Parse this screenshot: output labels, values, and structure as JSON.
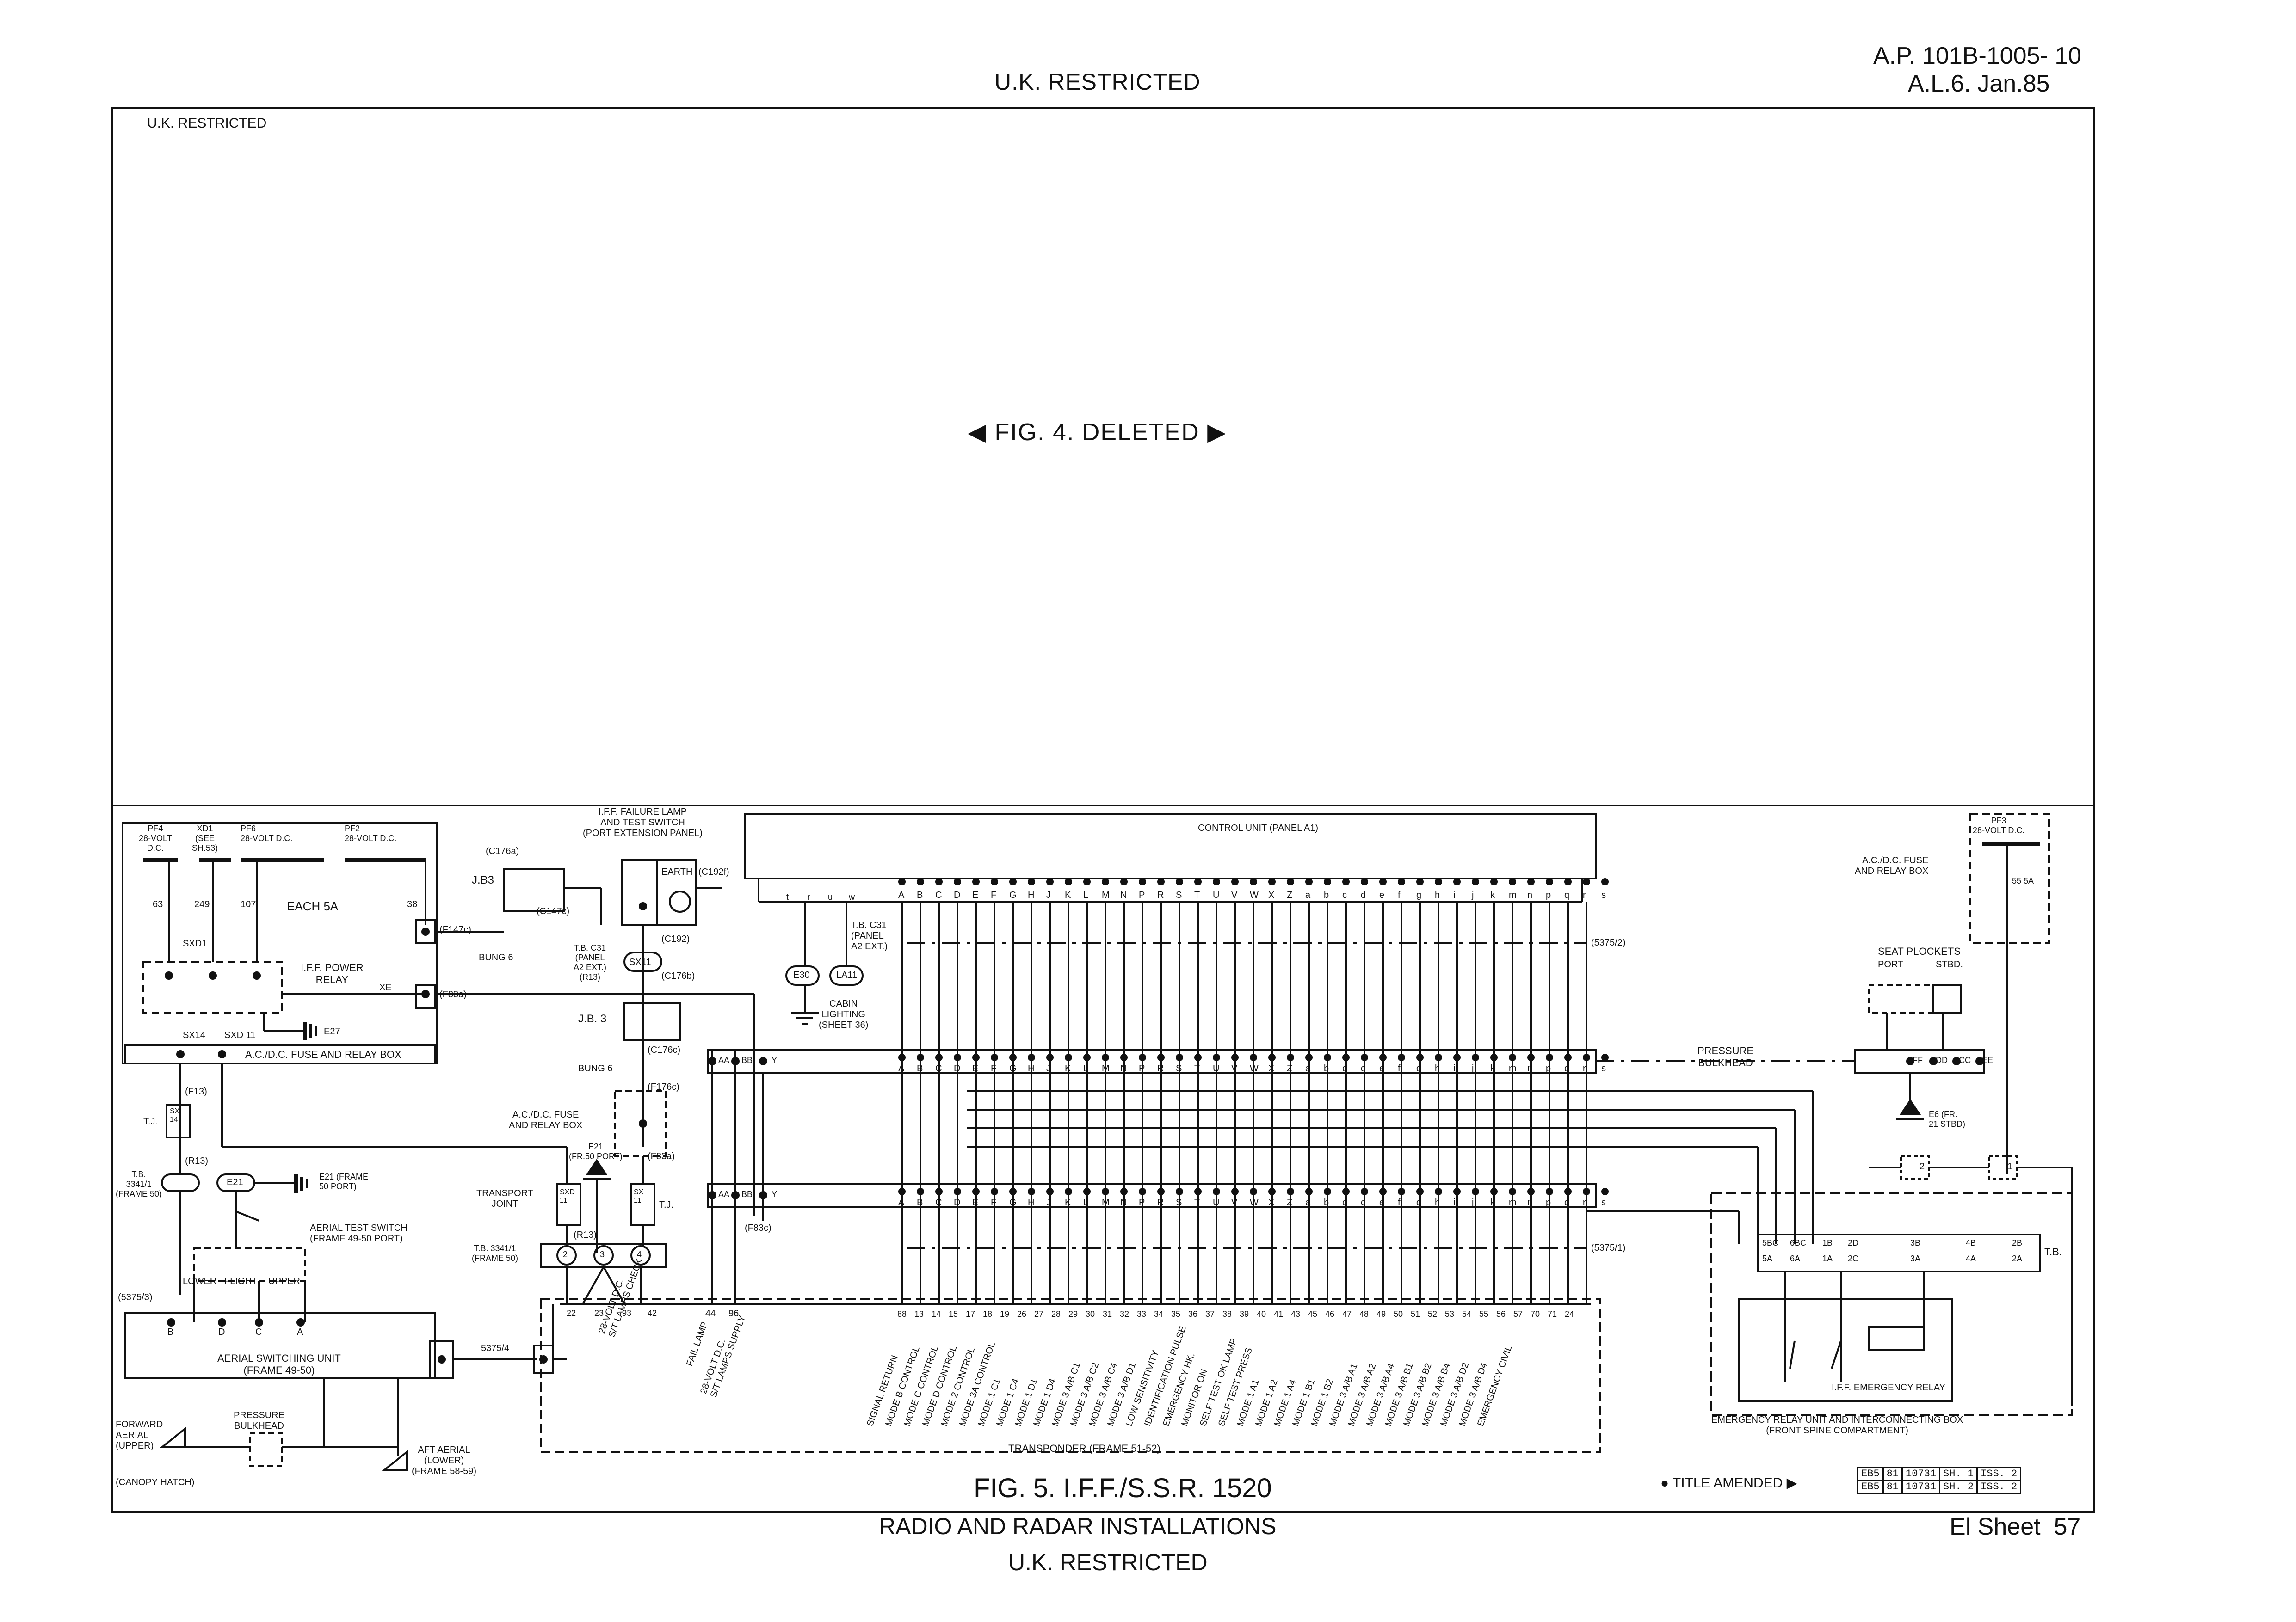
{
  "header": {
    "top_classification": "U.K. RESTRICTED",
    "doc_ref_line1": "A.P. 101B-1005- 10",
    "doc_ref_line2": "A.L.6. Jan.85",
    "frame_classification": "U.K. RESTRICTED"
  },
  "upper_panel": {
    "deleted_notice": "FIG. 4. DELETED"
  },
  "power": {
    "pf4": "PF4\n28-VOLT\nD.C.",
    "xd1": "XD1\n(SEE\nSH.53)",
    "pf6": "PF6\n28-VOLT D.C.",
    "pf2": "PF2\n28-VOLT D.C.",
    "wires": [
      "63",
      "249",
      "107",
      "38"
    ],
    "each_5a": "EACH 5A",
    "sxd1": "SXD1",
    "iff_power_relay": "I.F.F. POWER\nRELAY",
    "xe": "XE",
    "e27": "E27",
    "sx14": "SX14",
    "sxd11": "SXD 11",
    "acdc_fuse_box": "A.C./D.C. FUSE AND RELAY BOX",
    "f147c": "(F147c)",
    "f83a": "(F83a)",
    "bung6": "BUNG 6",
    "f13": "(F13)",
    "tj": "T.J.",
    "sx14_box": "SX\n14",
    "r13": "(R13)",
    "tb3341": "T.B.\n3341/1\n(FRAME 50)",
    "e21": "E21",
    "e21_label": "E21 (FRAME\n50 PORT)",
    "aerial_test_switch": "AERIAL TEST SWITCH\n(FRAME 49-50 PORT)",
    "lower_flight_upper": [
      "LOWER",
      "FLIGHT",
      "UPPER"
    ],
    "s5375_3": "(5375/3)",
    "asu_terminals": [
      "B",
      "D",
      "C",
      "A"
    ],
    "aerial_switching_unit": "AERIAL SWITCHING UNIT\n(FRAME 49-50)",
    "s5375_4": "5375/4",
    "forward_aerial": "FORWARD\nAERIAL\n(UPPER)",
    "pressure_bulkhead_left": "PRESSURE\nBULKHEAD",
    "aft_aerial": "AFT AERIAL\n(LOWER)\n(FRAME 58-59)",
    "canopy_hatch": "(CANOPY HATCH)"
  },
  "middle": {
    "iff_failure_lamp": "I.F.F. FAILURE LAMP\nAND TEST SWITCH\n(PORT EXTENSION PANEL)",
    "c176a": "(C176a)",
    "jb3_top": "J.B3",
    "c147c": "(C147c)",
    "earth": "EARTH",
    "c192f": "(C192f)",
    "tbc31_panel": "T.B. C31\n(PANEL\nA2 EXT.)\n(R13)",
    "c192": "(C192)",
    "sx11": "SX11",
    "c176b": "(C176b)",
    "jb3_lower": "J.B. 3",
    "c176c": "(C176c)",
    "bung6_lower": "BUNG 6",
    "f176c": "(F176c)",
    "acdc_fuse_mid": "A.C./D.C. FUSE\nAND RELAY BOX",
    "f83a_mid": "(F83a)",
    "e21_port": "E21\n(FR.50 PORT)",
    "transport_joint": "TRANSPORT\nJOINT",
    "sxd11_box": "SXD\n11",
    "sx11_box": "SX\n11",
    "tj_mid": "T.J.",
    "r13_mid": "(R13)",
    "tb3341_mid": "T.B. 3341/1\n(FRAME 50)",
    "tb_terminals": [
      "2",
      "3",
      "4"
    ],
    "tb_wires": [
      "22",
      "23",
      "93",
      "42"
    ],
    "check_label": "28-VOLT D.C.\nS/T LAMPS CHECK",
    "fail_lamp": "FAIL LAMP",
    "supply_label": "28-VOLT D.C.\nS/T LAMPS SUPPLY",
    "pins_left": [
      "44",
      "96"
    ],
    "f83c": "(F83c)",
    "tbc31": "T.B. C31\n(PANEL\nA2 EXT.)",
    "e30": "E30",
    "la11": "LA11",
    "cabin_lighting": "CABIN\nLIGHTING\n(SHEET 36)"
  },
  "control_unit": {
    "title": "CONTROL UNIT (PANEL A1)",
    "top_pins": [
      "t",
      "r",
      "u",
      "w"
    ],
    "pins": [
      "A",
      "B",
      "C",
      "D",
      "E",
      "F",
      "G",
      "H",
      "J",
      "K",
      "L",
      "M",
      "N",
      "P",
      "R",
      "S",
      "T",
      "U",
      "V",
      "W",
      "X",
      "Z",
      "a",
      "b",
      "c",
      "d",
      "e",
      "f",
      "g",
      "h",
      "i",
      "j",
      "k",
      "m",
      "n",
      "p",
      "q",
      "r",
      "s"
    ],
    "s5375_2": "(5375/2)",
    "s5375_1": "(5375/1)",
    "pressure_bulkhead": "PRESSURE\nBULKHEAD",
    "bulkhead_left_pins": [
      "AA",
      "BB",
      "Y"
    ],
    "transponder": "TRANSPONDER (FRAME 51-52)",
    "transponder_pins": [
      "88",
      "13",
      "14",
      "15",
      "17",
      "18",
      "19",
      "26",
      "27",
      "28",
      "29",
      "30",
      "31",
      "32",
      "33",
      "34",
      "35",
      "36",
      "37",
      "38",
      "39",
      "40",
      "41",
      "43",
      "45",
      "46",
      "47",
      "48",
      "49",
      "50",
      "51",
      "52",
      "53",
      "54",
      "55",
      "56",
      "57",
      "70",
      "71",
      "24"
    ],
    "function_labels": [
      "SIGNAL RETURN",
      "MODE B CONTROL",
      "MODE C CONTROL",
      "MODE D CONTROL",
      "MODE 2 CONTROL",
      "MODE 3A CONTROL",
      "MODE 1 C1",
      "MODE 1 C4",
      "MODE 1 D1",
      "MODE 1 D4",
      "MODE 3 A/B C1",
      "MODE 3 A/B C2",
      "MODE 3 A/B C4",
      "MODE 3 A/B D1",
      "LOW SENSITIVITY",
      "IDENTIFICATION PULSE",
      "EMERGENCY HK.",
      "MONITOR ON",
      "SELF TEST OK LAMP",
      "SELF TEST PRESS",
      "MODE 1 A1",
      "MODE 1 A2",
      "MODE 1 A4",
      "MODE 1 B1",
      "MODE 1 B2",
      "MODE 3 A/B A1",
      "MODE 3 A/B A2",
      "MODE 3 A/B A4",
      "MODE 3 A/B B1",
      "MODE 3 A/B B2",
      "MODE 3 A/B B4",
      "MODE 3 A/B D2",
      "MODE 3 A/B D4",
      "EMERGENCY CIVIL"
    ]
  },
  "right": {
    "pf3": "PF3\n28-VOLT D.C.",
    "acdc_fuse_right": "A.C./D.C. FUSE\nAND RELAY BOX",
    "fuse_5a": "55 5A",
    "seat_plockets": "SEAT PLOCKETS",
    "port": "PORT",
    "stbd": "STBD.",
    "bulkhead_right_pins": [
      "FF",
      "DD",
      "CC",
      "EE"
    ],
    "e6": "E6 (FR.\n21 STBD)",
    "relay_pins": [
      "2",
      "1"
    ],
    "tb_right_top": [
      "5BC",
      "6BC",
      "1B",
      "2D",
      "3B",
      "4B",
      "2B"
    ],
    "tb_right_bottom": [
      "5A",
      "6A",
      "1A",
      "2C",
      "3A",
      "4A",
      "2A"
    ],
    "tb": "T.B.",
    "emergency_relay": "I.F.F. EMERGENCY RELAY",
    "emergency_box": "EMERGENCY RELAY UNIT AND INTERCONNECTING BOX\n(FRONT SPINE COMPARTMENT)"
  },
  "footer": {
    "fig_caption": "FIG. 5. I.F.F./S.S.R. 1520",
    "title_amended": "TITLE AMENDED",
    "amend_rows": [
      [
        "EB5",
        "81",
        "10731",
        "SH. 1",
        "ISS. 2"
      ],
      [
        "EB5",
        "81",
        "10731",
        "SH. 2",
        "ISS. 2"
      ]
    ],
    "section_title": "RADIO AND RADAR INSTALLATIONS",
    "bottom_classification": "U.K. RESTRICTED",
    "sheet": "El Sheet  57"
  }
}
